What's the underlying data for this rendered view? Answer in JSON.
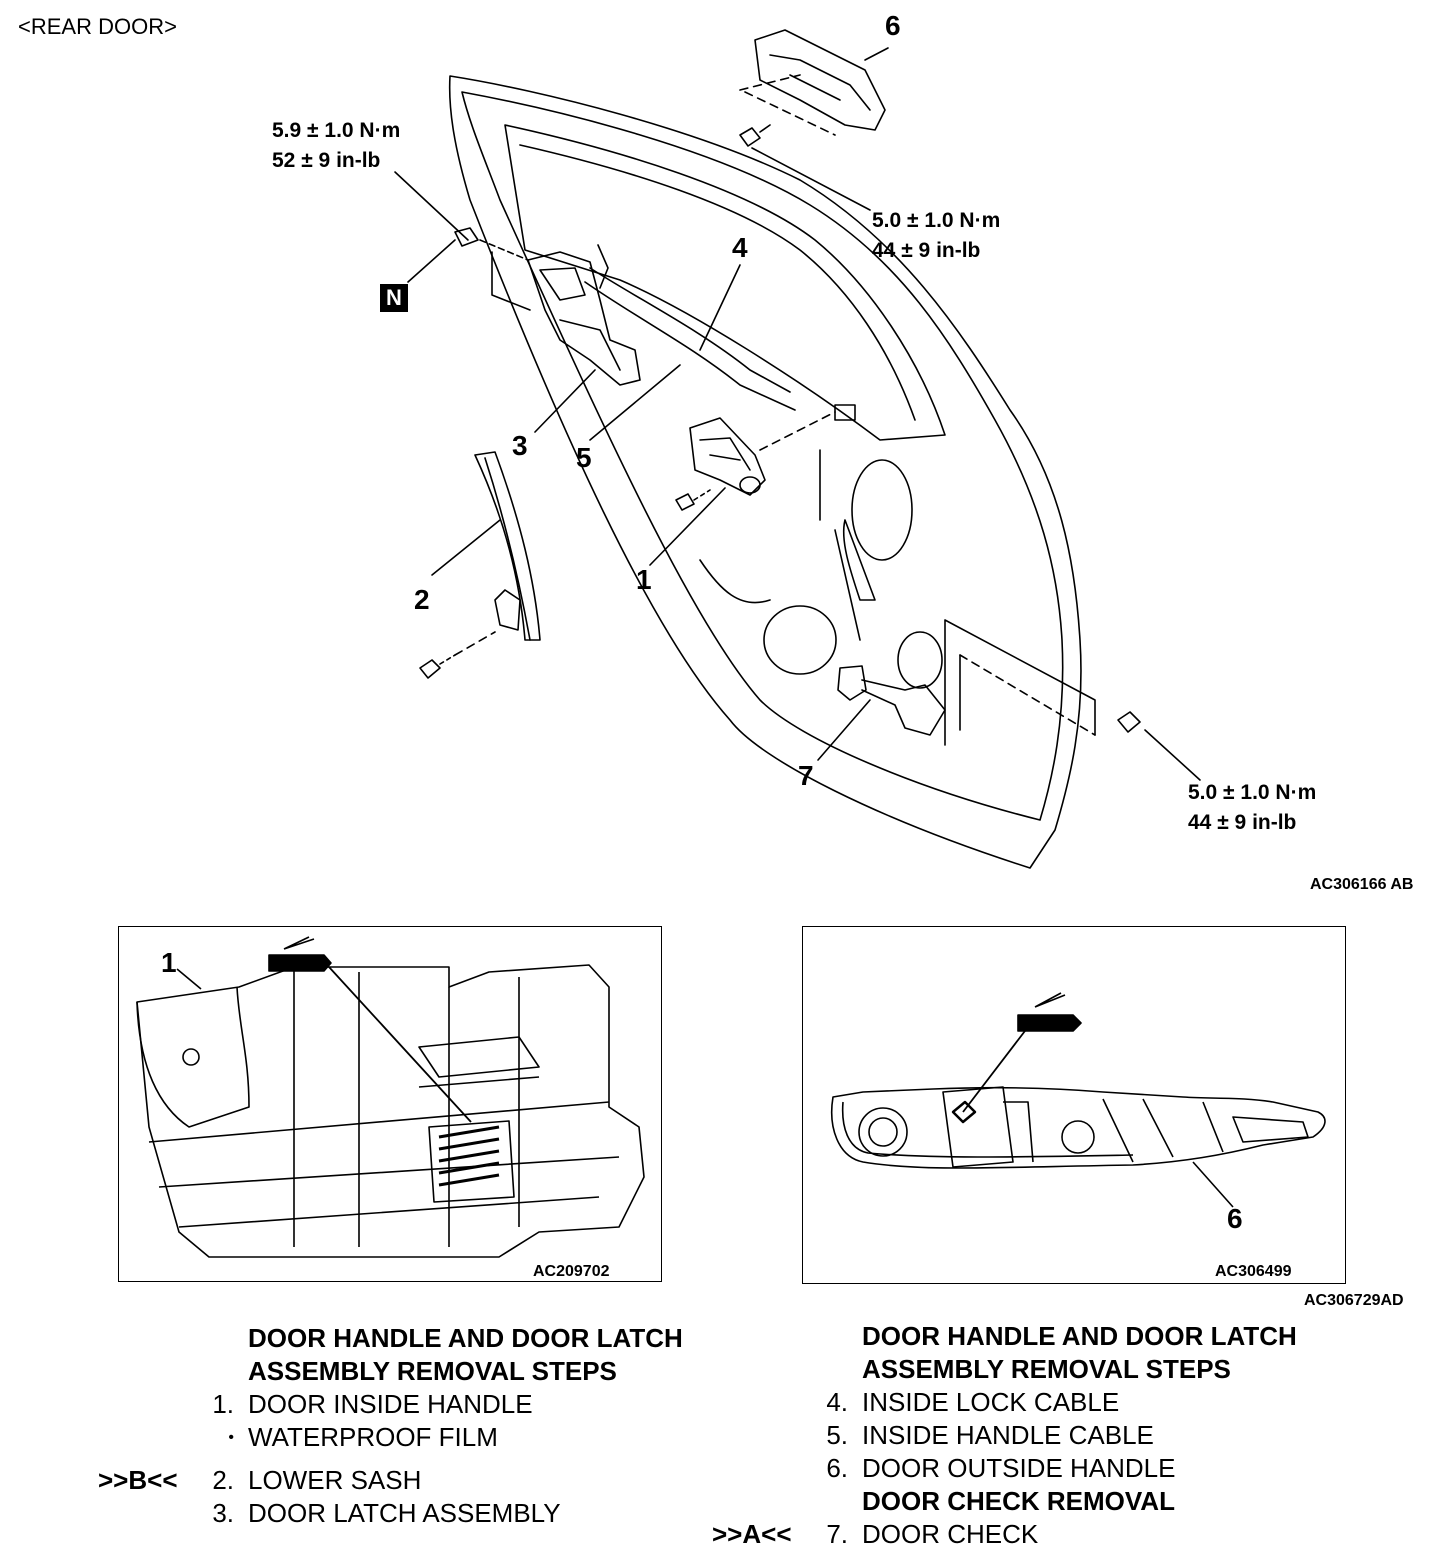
{
  "header": {
    "title": "<REAR DOOR>"
  },
  "main_diagram": {
    "callouts": [
      "1",
      "2",
      "3",
      "4",
      "5",
      "6",
      "7"
    ],
    "torque_specs": [
      {
        "metric": "5.9 ± 1.0 N·m",
        "imperial": "52 ± 9 in-lb"
      },
      {
        "metric": "5.0 ± 1.0 N·m",
        "imperial": "44 ± 9 in-lb"
      },
      {
        "metric": "5.0 ± 1.0 N·m",
        "imperial": "44 ± 9 in-lb"
      }
    ],
    "badge": "N",
    "figure_code": "AC306166 AB"
  },
  "insets": {
    "left": {
      "callout": "1",
      "code": "AC209702"
    },
    "right": {
      "callout": "6",
      "code": "AC306499"
    },
    "group_code": "AC306729AD"
  },
  "steps_left": {
    "title_line1": "DOOR HANDLE AND DOOR LATCH",
    "title_line2": "ASSEMBLY REMOVAL STEPS",
    "items": [
      {
        "num": "1.",
        "label": "DOOR INSIDE HANDLE",
        "mark": ""
      },
      {
        "num": "•",
        "label": "WATERPROOF FILM",
        "mark": ""
      },
      {
        "num": "2.",
        "label": "LOWER SASH",
        "mark": ">>B<<"
      },
      {
        "num": "3.",
        "label": "DOOR LATCH ASSEMBLY",
        "mark": ""
      }
    ]
  },
  "steps_right": {
    "title_line1": "DOOR HANDLE AND DOOR LATCH",
    "title_line2": "ASSEMBLY REMOVAL STEPS",
    "items": [
      {
        "num": "4.",
        "label": "INSIDE LOCK CABLE",
        "mark": ""
      },
      {
        "num": "5.",
        "label": "INSIDE HANDLE CABLE",
        "mark": ""
      },
      {
        "num": "6.",
        "label": "DOOR OUTSIDE HANDLE",
        "mark": ""
      }
    ],
    "subtitle": "DOOR CHECK REMOVAL",
    "sub_items": [
      {
        "num": "7.",
        "label": "DOOR CHECK",
        "mark": ">>A<<"
      }
    ]
  }
}
